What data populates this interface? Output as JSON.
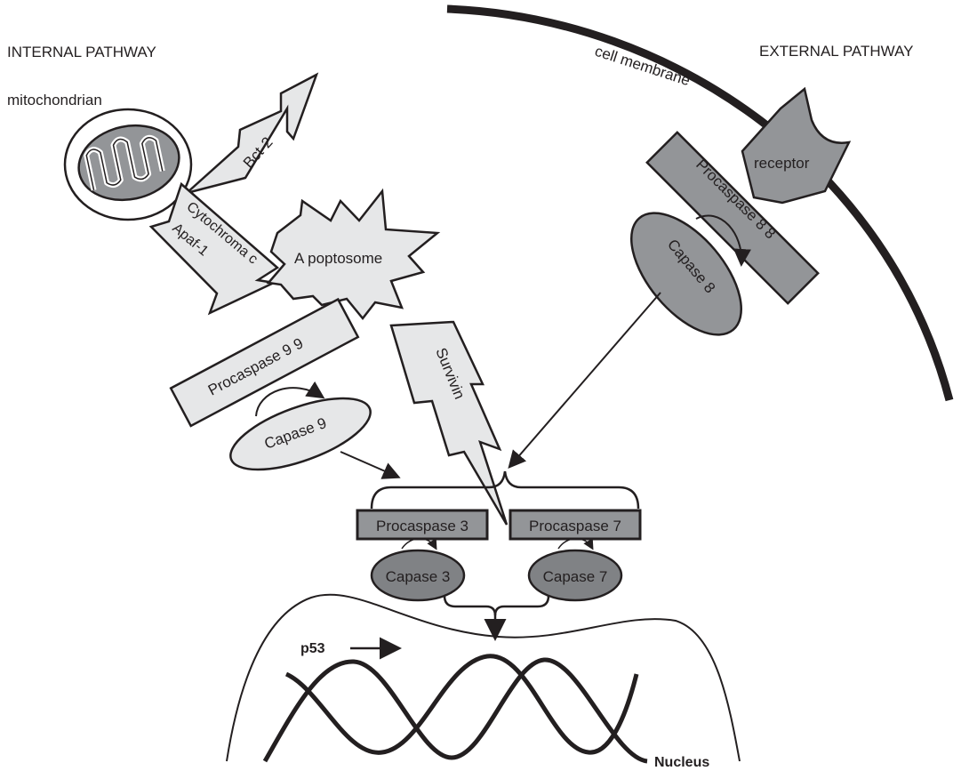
{
  "labels": {
    "internal_pathway": "INTERNAL PATHWAY",
    "external_pathway": "EXTERNAL PATHWAY",
    "mitochondrian": "mitochondrian",
    "cell_membrane": "cell membrane",
    "bcl2": "Bct-2",
    "cytochrome_c": "Cytochroma c",
    "apaf1": "Apaf-1",
    "apoptosome": "A poptosome",
    "procaspase9": "Procaspase 9 9",
    "capase9": "Capase 9",
    "survivin": "Survivin",
    "receptor": "receptor",
    "procaspase8": "Procaspase 8 8",
    "capase8": "Capase 8",
    "procaspase3": "Procaspase 3",
    "procaspase7": "Procaspase 7",
    "capase3": "Capase 3",
    "capase7": "Capase 7",
    "p53": "p53",
    "nucleus": "Nucleus"
  },
  "colors": {
    "stroke": "#231f20",
    "light_fill": "#e6e7e8",
    "mid_fill": "#bcbec0",
    "dark_fill": "#939598",
    "darker_fill": "#808285"
  }
}
